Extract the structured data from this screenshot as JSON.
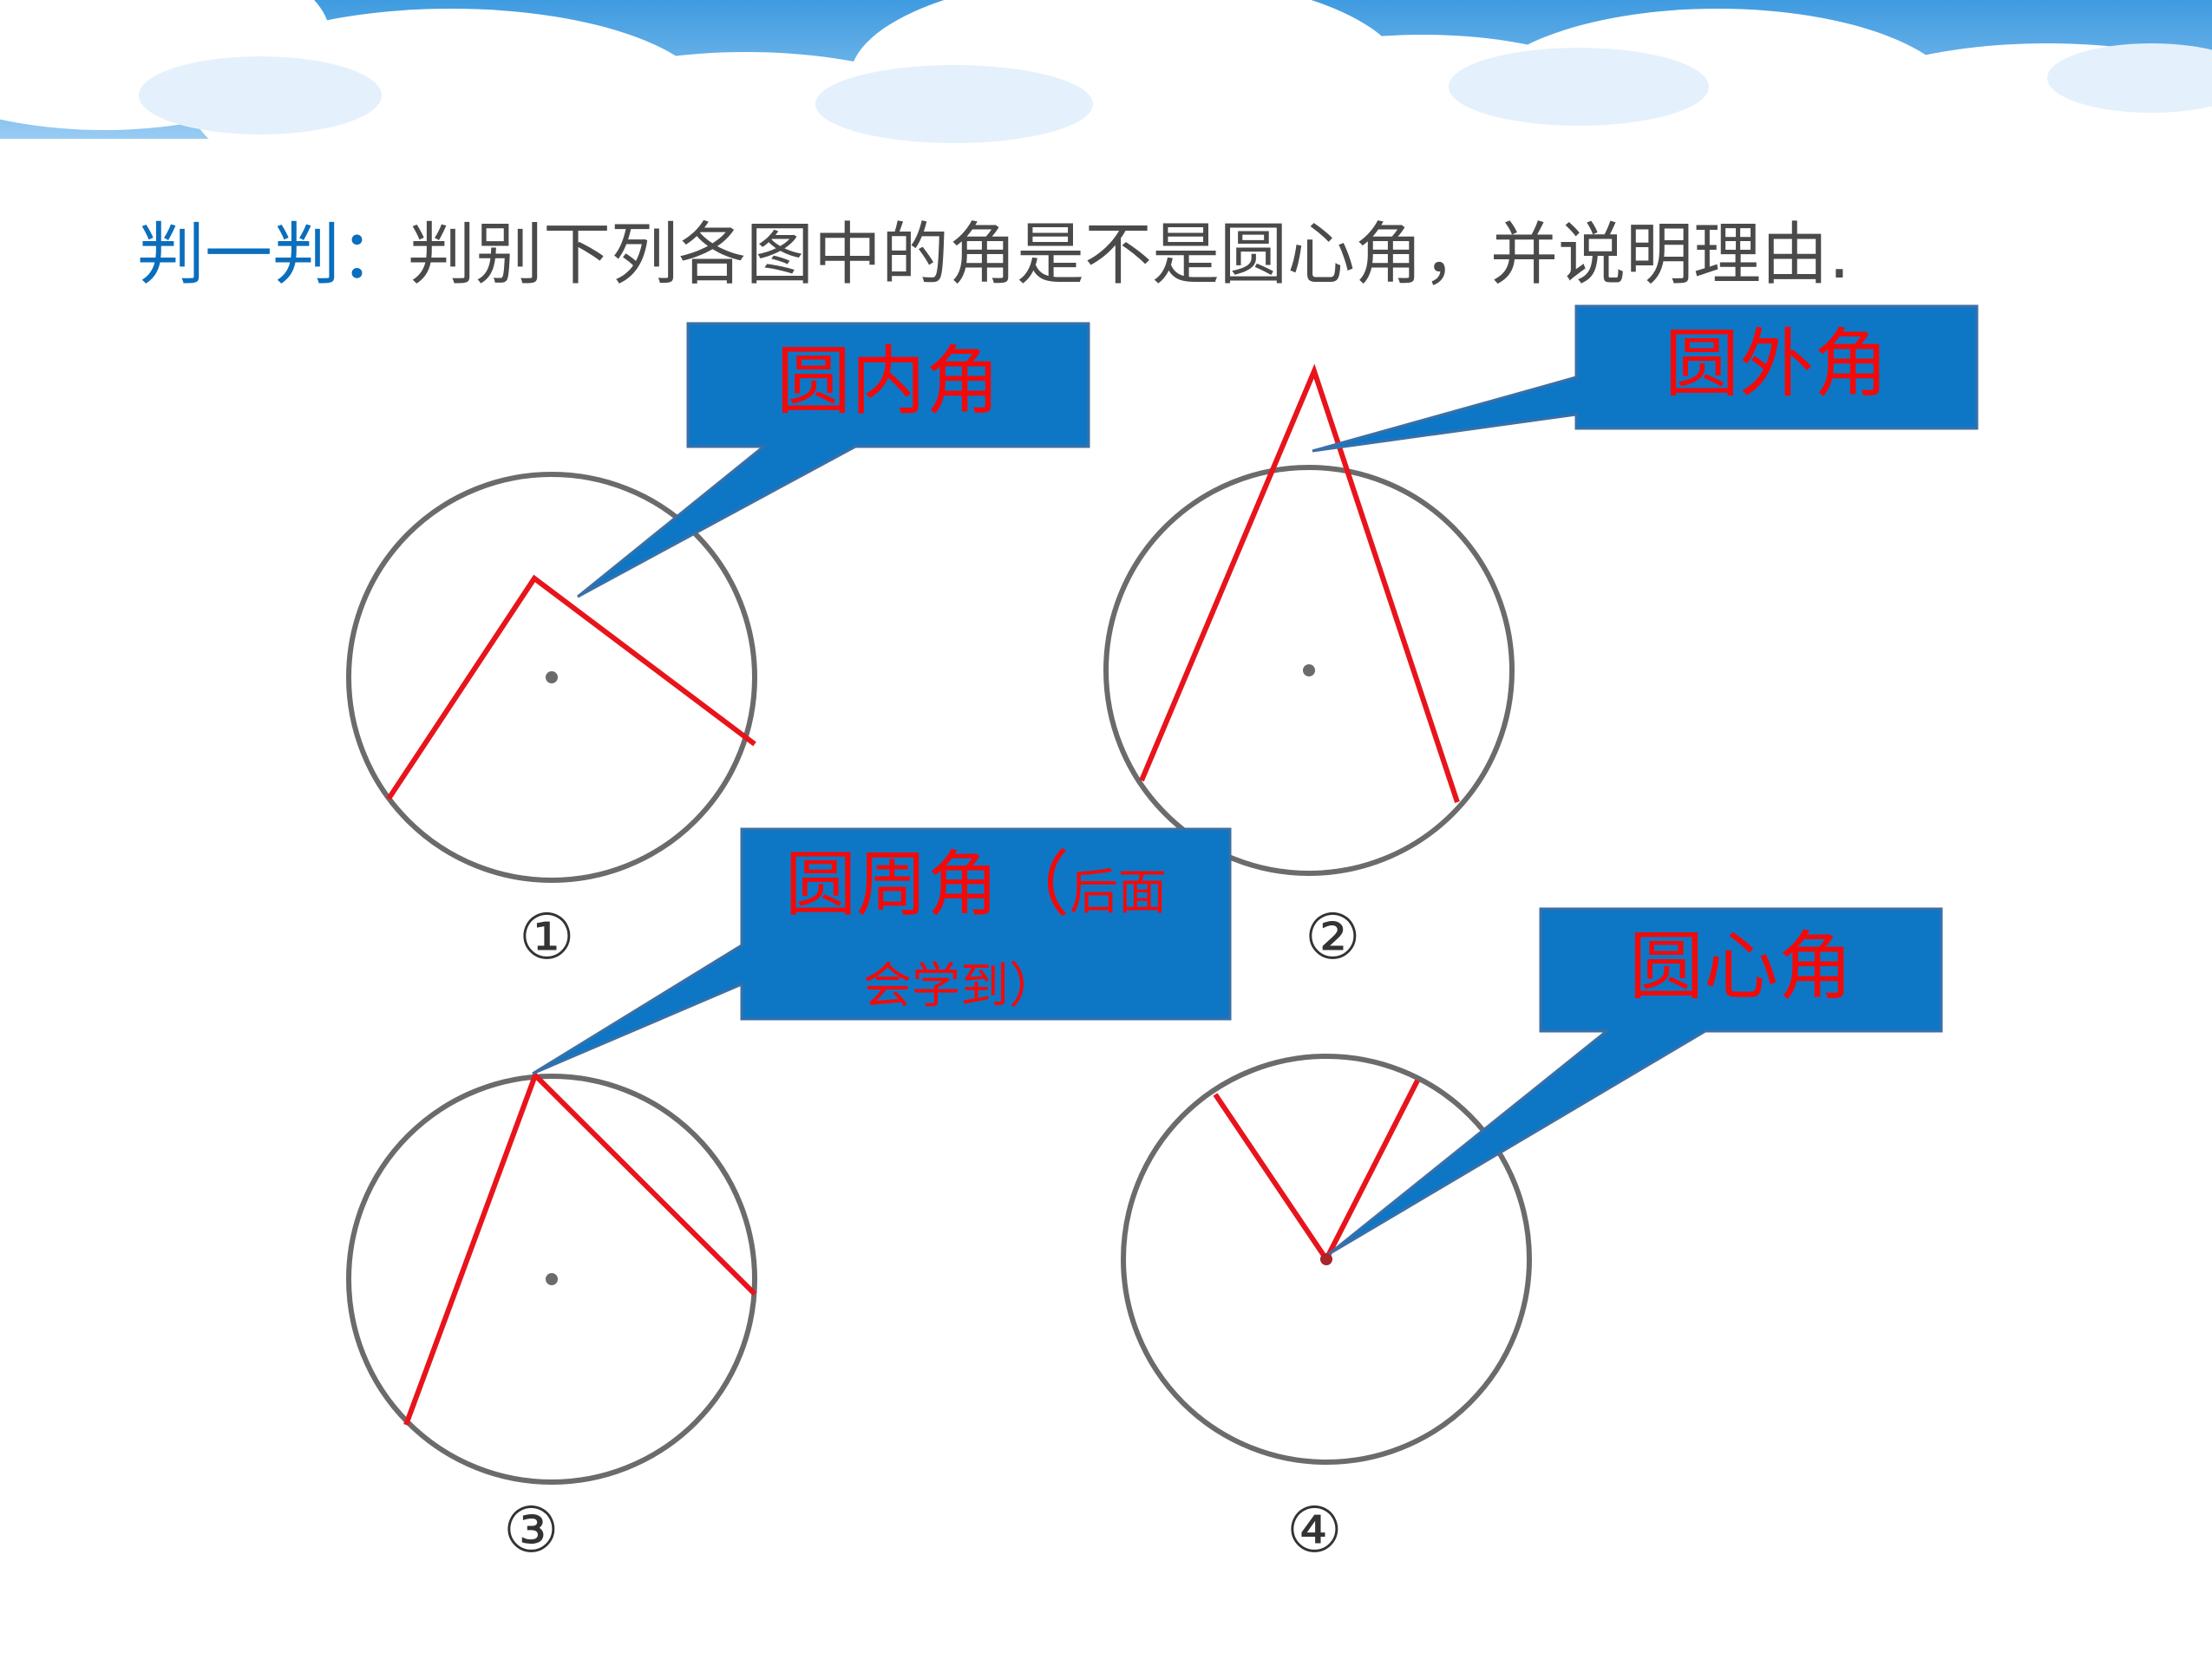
{
  "heading": {
    "lead": "判一判：",
    "text": "判别下列各图中的角是不是圆心角，并说明理由."
  },
  "figures": [
    {
      "number": "①",
      "callout": "圆内角"
    },
    {
      "number": "②",
      "callout": "圆外角"
    },
    {
      "number": "③",
      "callout_main": "圆周角（",
      "callout_small_1": "后面",
      "callout_small_2": "会学到）"
    },
    {
      "number": "④",
      "callout": "圆心角"
    }
  ],
  "colors": {
    "circle": "#6b6b6b",
    "angle": "#e8141c",
    "callout_fill": "#0d77c6",
    "callout_text": "#f20a0a",
    "lead_text": "#0a6ebd"
  }
}
